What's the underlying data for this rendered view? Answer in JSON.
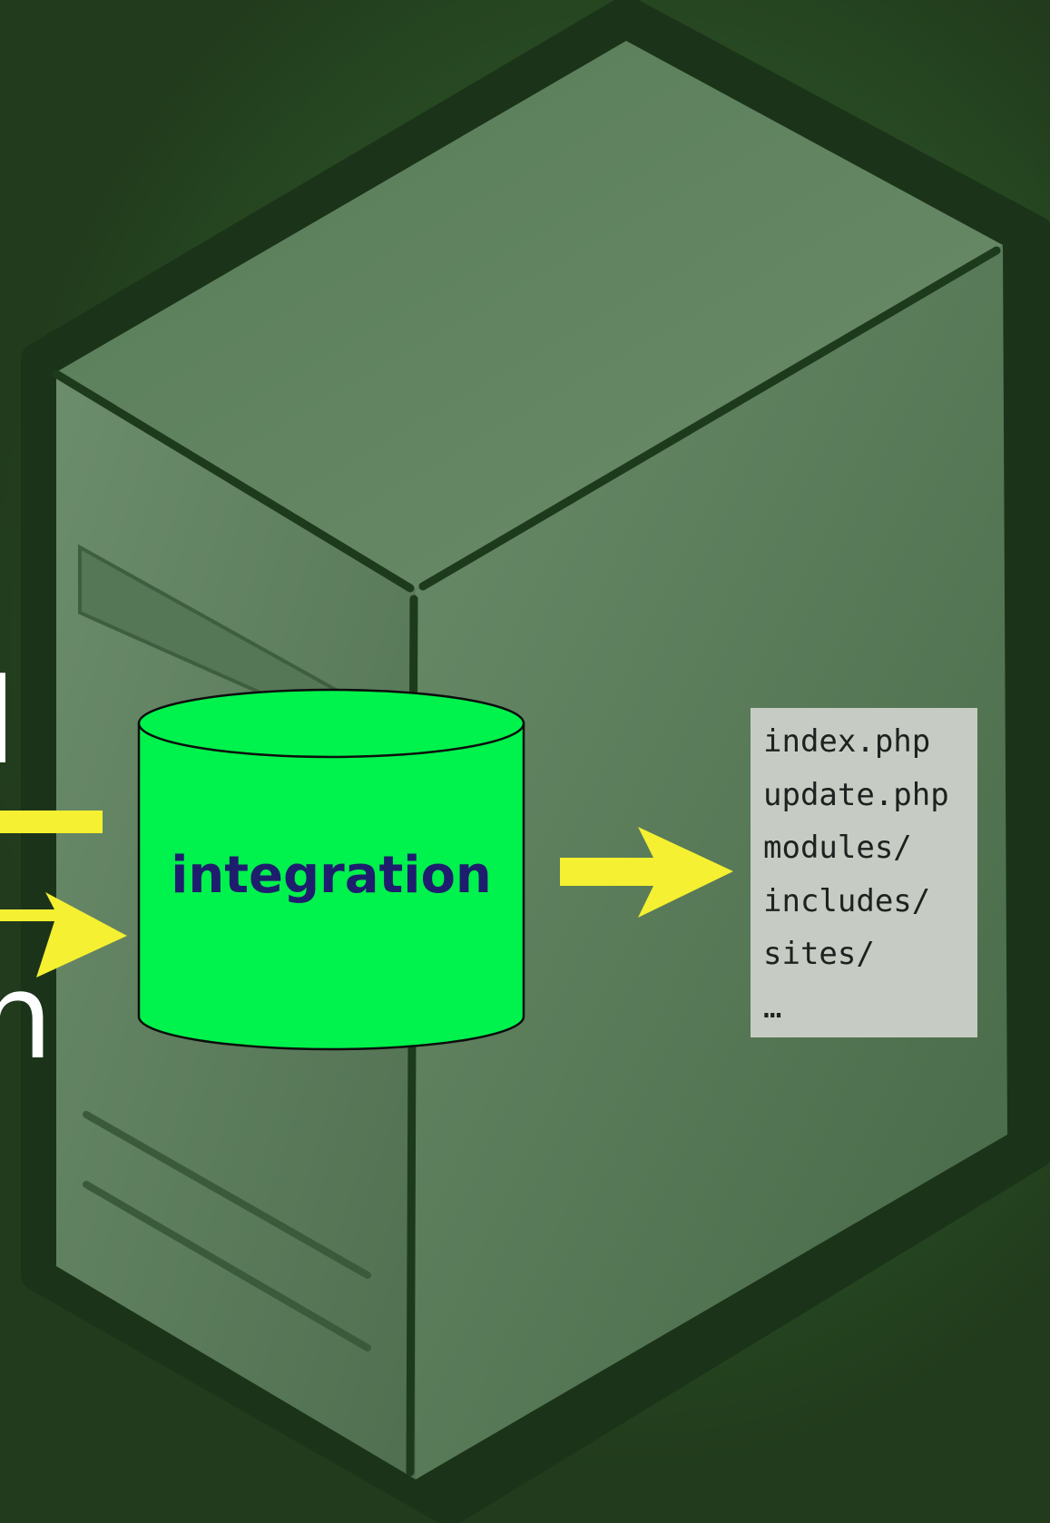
{
  "edge_fragments": {
    "left_top": "l",
    "left_bottom": "h"
  },
  "database": {
    "label": "integration",
    "fill": "#00f24c",
    "label_color": "#1f1e6e"
  },
  "files": [
    "index.php",
    "update.php",
    "modules/",
    "includes/",
    "sites/",
    "…"
  ],
  "colors": {
    "background": "#2d5228",
    "server_body": "#5f8060",
    "server_outline": "#1e3a1c",
    "arrow": "#f5f031",
    "file_panel": "#c6ccc3"
  },
  "icons": {
    "server": "server-tower-icon",
    "database": "database-cylinder-icon",
    "arrow": "arrow-right-icon"
  }
}
